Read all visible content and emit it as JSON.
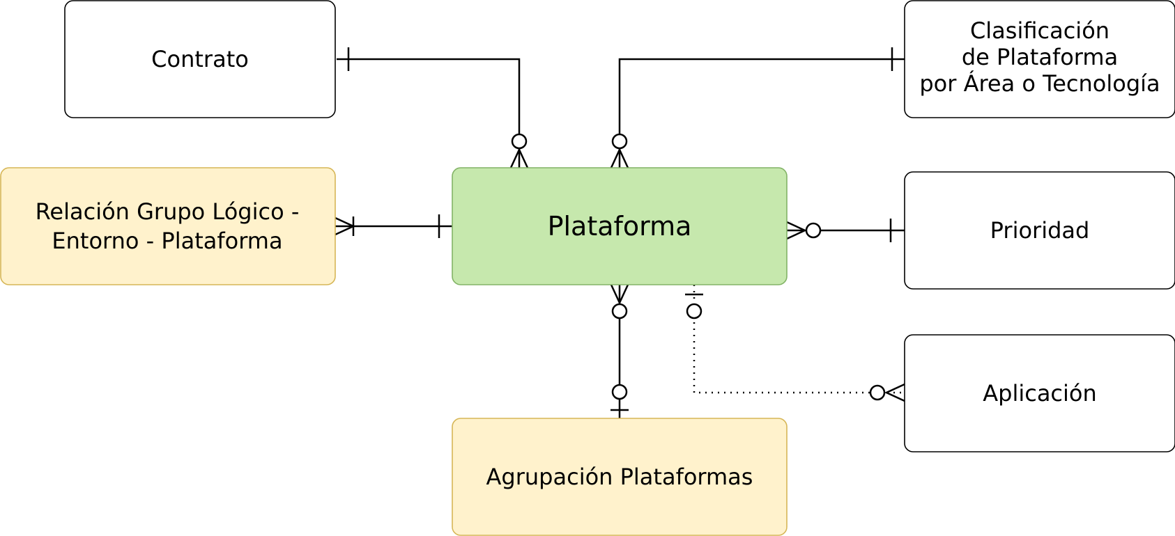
{
  "colors": {
    "white_fill": "#ffffff",
    "white_stroke": "#000000",
    "green_fill": "#c6e8ad",
    "green_stroke": "#82b366",
    "yellow_fill": "#fff2cc",
    "yellow_stroke": "#d6b656",
    "line": "#000000"
  },
  "entities": {
    "contrato": {
      "lines": [
        "Contrato"
      ]
    },
    "clasificacion": {
      "lines": [
        "Clasificación",
        "de Plataforma",
        "por Área o Tecnología"
      ]
    },
    "relacion": {
      "lines": [
        "Relación Grupo Lógico -",
        "Entorno - Plataforma"
      ]
    },
    "plataforma": {
      "lines": [
        "Plataforma"
      ]
    },
    "prioridad": {
      "lines": [
        "Prioridad"
      ]
    },
    "aplicacion": {
      "lines": [
        "Aplicación"
      ]
    },
    "agrupacion": {
      "lines": [
        "Agrupación Plataformas"
      ]
    }
  }
}
